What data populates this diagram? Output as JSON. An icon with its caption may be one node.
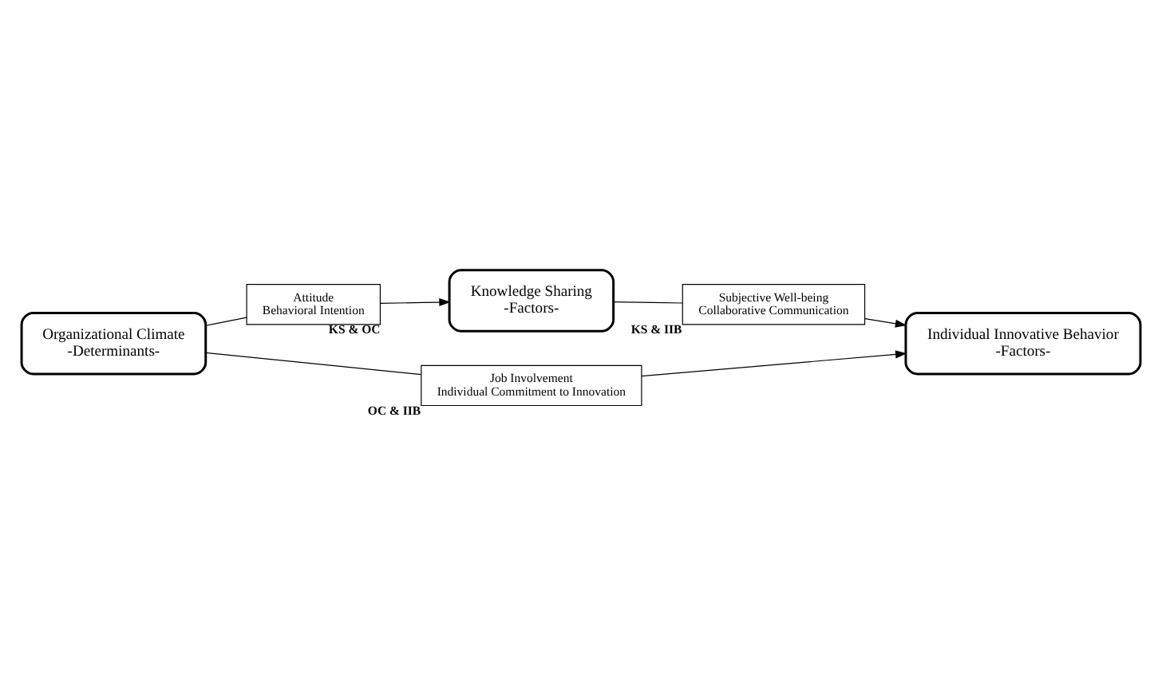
{
  "diagram": {
    "nodes": [
      {
        "text": [
          "Knowledge Sharing",
          "-Factors-"
        ]
      },
      {
        "text": [
          "Organizational Climate",
          "-Determinants-"
        ]
      },
      {
        "text": [
          "Individual Innovative Behavior",
          "-Factors-"
        ]
      },
      {
        "text": [
          "Attitude",
          "Behavioral Intention"
        ],
        "beside": [
          "KS & OC"
        ]
      },
      {
        "text": [
          "Subjective Well-being",
          "Collaborative Communication"
        ],
        "beside": [
          "KS & IIB"
        ]
      },
      {
        "text": [
          "Job Involvement",
          "Individual Commitment to Innovation"
        ],
        "beside": [
          "OC & IIB"
        ]
      }
    ],
    "edges": [
      {
        "from": 1,
        "to": 3,
        "arrow": "none"
      },
      {
        "from": 3,
        "to": 0,
        "arrow": "to"
      },
      {
        "from": 0,
        "to": 4,
        "arrow": "none"
      },
      {
        "from": 4,
        "to": 2,
        "arrow": "to"
      },
      {
        "from": 1,
        "to": 5,
        "arrow": "none"
      },
      {
        "from": 5,
        "to": 2,
        "arrow": "to"
      }
    ]
  }
}
